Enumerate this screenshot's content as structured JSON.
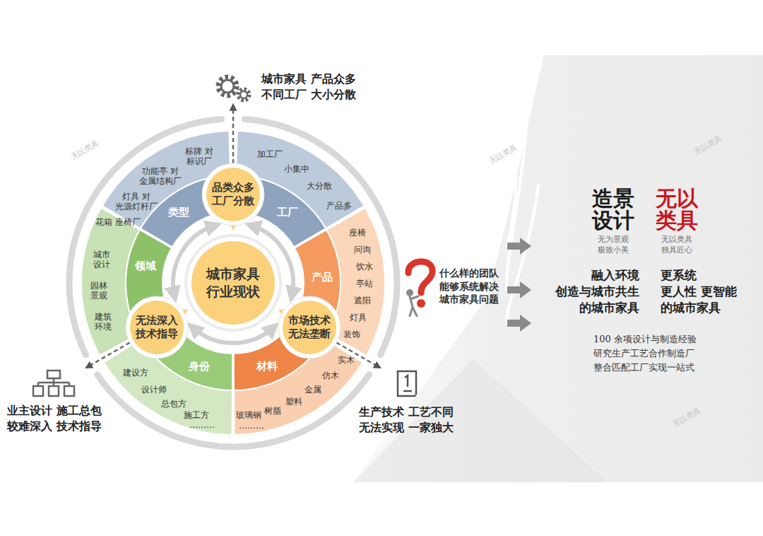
{
  "diagram": {
    "nodes": [
      {
        "text": [
          "城市家具 行业现状"
        ]
      },
      {
        "text": [
          "品类众多 工厂分散"
        ]
      },
      {
        "text": [
          "无法深入 技术指导"
        ]
      },
      {
        "text": [
          "市场技术 无法垄断"
        ]
      },
      {
        "text": [
          "类型",
          "标牌 对 标识厂",
          "功能亭 对 金属结构厂",
          "灯具 对 光源灯杆厂",
          "花箱 座椅厂"
        ]
      },
      {
        "text": [
          "工厂",
          "加工厂",
          "小集中",
          "大分散",
          "产品多"
        ]
      },
      {
        "text": [
          "产品",
          "座椅",
          "问询",
          "饮水",
          "亭站",
          "遮阳",
          "灯具",
          "装饰"
        ]
      },
      {
        "text": [
          "材料",
          "实木",
          "仿木",
          "金属",
          "塑料",
          "树脂",
          "玻璃钢",
          "………"
        ]
      },
      {
        "text": [
          "领域",
          "城市 设计",
          "园林 景观",
          "建筑 环境"
        ]
      },
      {
        "text": [
          "身份",
          "建设方",
          "设计师",
          "总包方",
          "施工方",
          "………"
        ]
      },
      {
        "text": [
          "城市家具 产品众多 不同工厂 大小分散"
        ]
      },
      {
        "text": [
          "业主设计 施工总包 较难深入 技术指导"
        ]
      },
      {
        "text": [
          "生产技术 工艺不同 无法实现 一家独大"
        ]
      },
      {
        "text": [
          "什么样的团队 能够系统解决 城市家具问题"
        ]
      },
      {
        "text": [
          "融入环境 创造与城市共生 的城市家具",
          "更系统 更人性 更智能 的城市家具",
          "100 余项设计与制造经验 研究生产工艺合作制造厂 整合匹配工厂实现一站式"
        ]
      }
    ],
    "edges": [
      {
        "from": 1,
        "to": 10,
        "arrow": "to"
      },
      {
        "from": 2,
        "to": 11,
        "arrow": "to"
      },
      {
        "from": 3,
        "to": 12,
        "arrow": "to"
      }
    ],
    "labels": [
      "无以类具",
      "造景设计",
      "无为景观 极致小美",
      "无以类具",
      "无以类具 独具匠心",
      "无以类具",
      "无以类具",
      "无以类具"
    ]
  }
}
